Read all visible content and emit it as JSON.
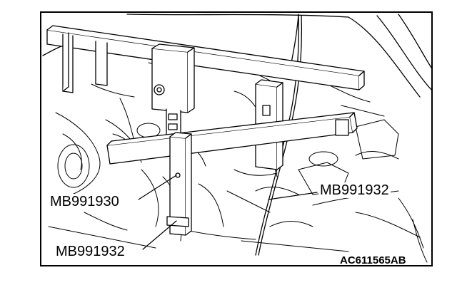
{
  "labels": {
    "left_upper": "MB991930",
    "left_lower": "MB991932",
    "right": "MB991932"
  },
  "figure_id": "AC611565AB",
  "colors": {
    "line": "#000000",
    "background": "#ffffff"
  }
}
